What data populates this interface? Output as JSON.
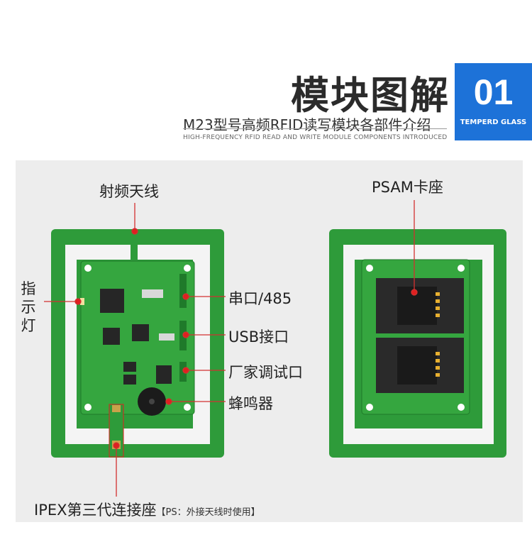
{
  "header": {
    "title": "模块图解",
    "subtitle": "M23型号高频RFID读写模块各部件介绍",
    "subtitle_en": "HIGH-FREQUENCY RFID READ AND WRITE MODULE COMPONENTS INTRODUCED",
    "badge_number": "01",
    "badge_text": "TEMPERD GLASS"
  },
  "colors": {
    "accent": "#1d72d8",
    "pcb": "#2e9b3a",
    "pointer": "#e02020"
  },
  "labels": {
    "antenna": "射频天线",
    "indicator": "指示灯",
    "serial": "串口/485",
    "usb": "USB接口",
    "debug": "厂家调试口",
    "buzzer": "蜂鸣器",
    "ipex": "IPEX第三代连接座",
    "ipex_note": "【PS：外接天线时使用】",
    "psam": "PSAM卡座"
  }
}
